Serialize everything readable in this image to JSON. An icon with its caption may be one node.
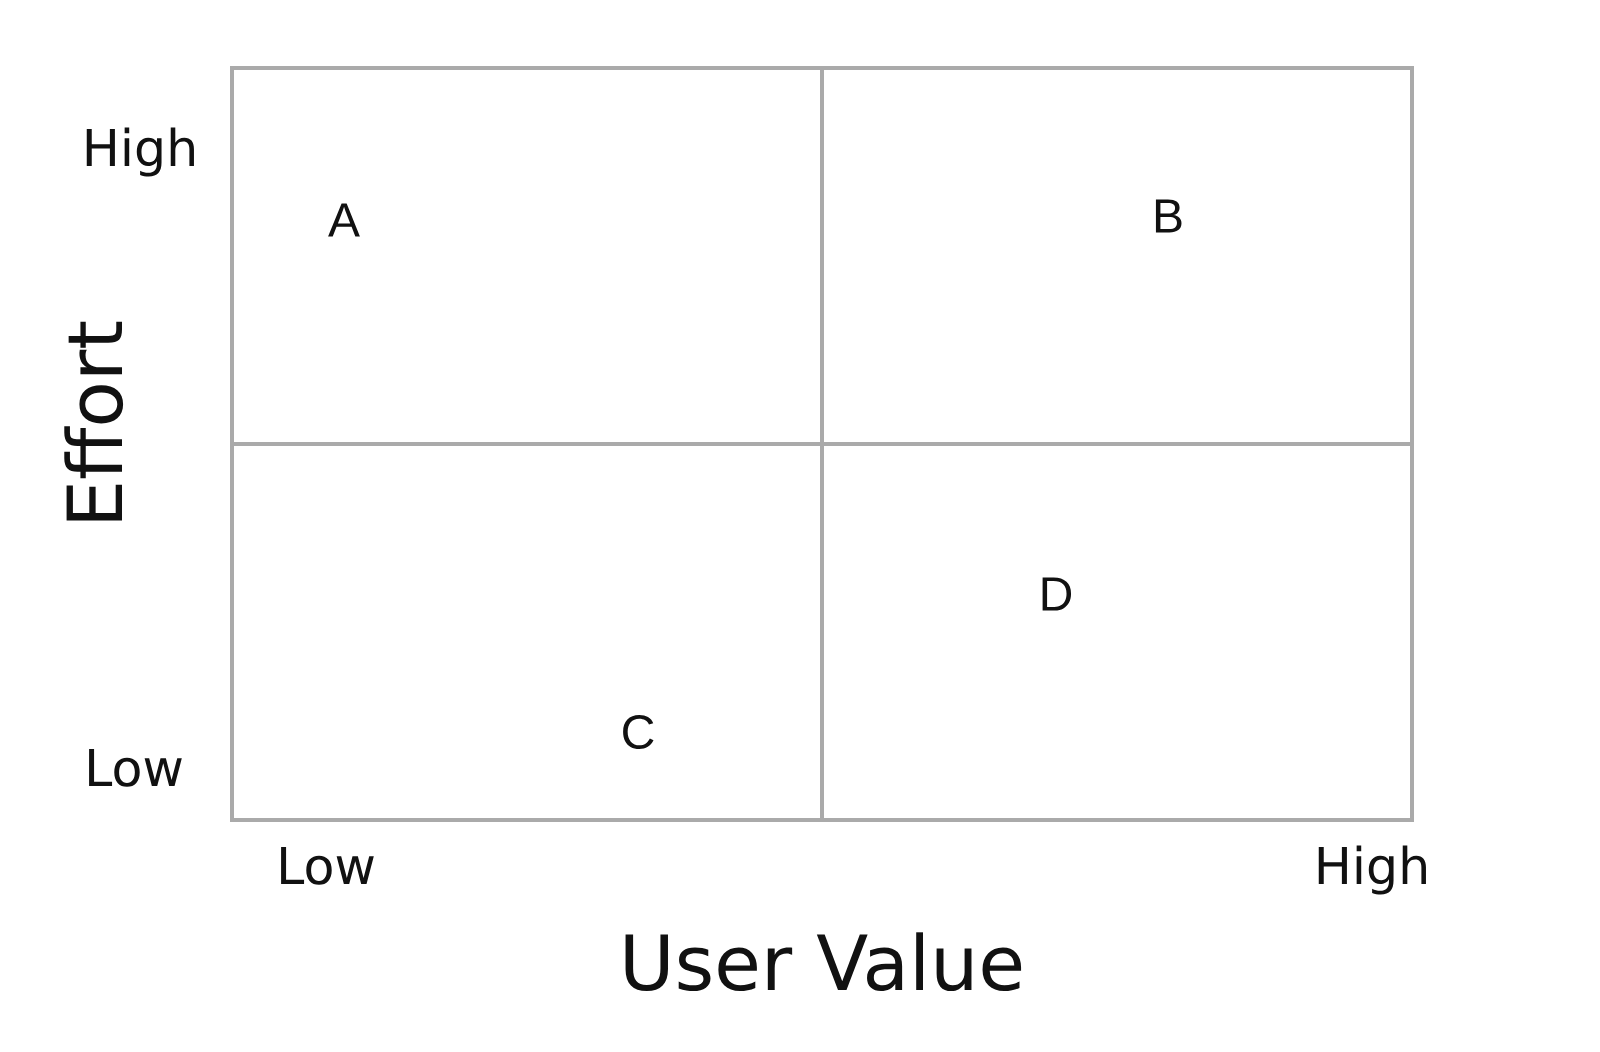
{
  "diagram": {
    "nodes": [
      {
        "text": [
          "A"
        ]
      },
      {
        "text": [
          "B"
        ]
      },
      {
        "text": [
          "C"
        ]
      },
      {
        "text": [
          "D"
        ]
      }
    ],
    "labels": [
      "High",
      "Effort",
      "Low",
      "Low",
      "High",
      "User Value"
    ]
  }
}
